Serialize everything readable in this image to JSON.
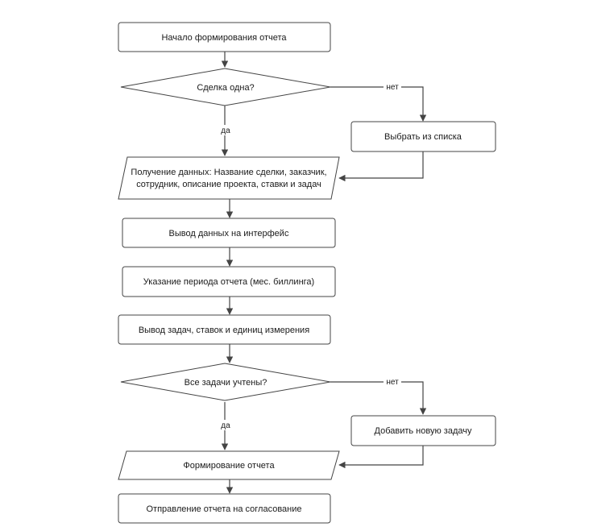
{
  "flowchart": {
    "nodes": {
      "start": "Начало формирования отчета",
      "decision_deal": "Сделка одна?",
      "choose_list": "Выбрать из списка",
      "get_data_line1": "Получение  данных: Название сделки, заказчик,",
      "get_data_line2": "сотрудник, описание проекта, ставки и задач",
      "output_ui": "Вывод данных на интерфейс",
      "period": "Указание периода отчета (мес. биллинга)",
      "output_tasks": "Вывод задач, ставок и единиц измерения",
      "decision_tasks": "Все задачи учтены?",
      "add_task": "Добавить новую задачу",
      "form_report": "Формирование отчета",
      "send_report": "Отправление отчета на согласование"
    },
    "edges": {
      "deal_no": "нет",
      "deal_yes": "да",
      "tasks_no": "нет",
      "tasks_yes": "да"
    },
    "colors": {
      "stroke": "#444444",
      "fill": "#ffffff",
      "text": "#1a1a1a"
    }
  }
}
